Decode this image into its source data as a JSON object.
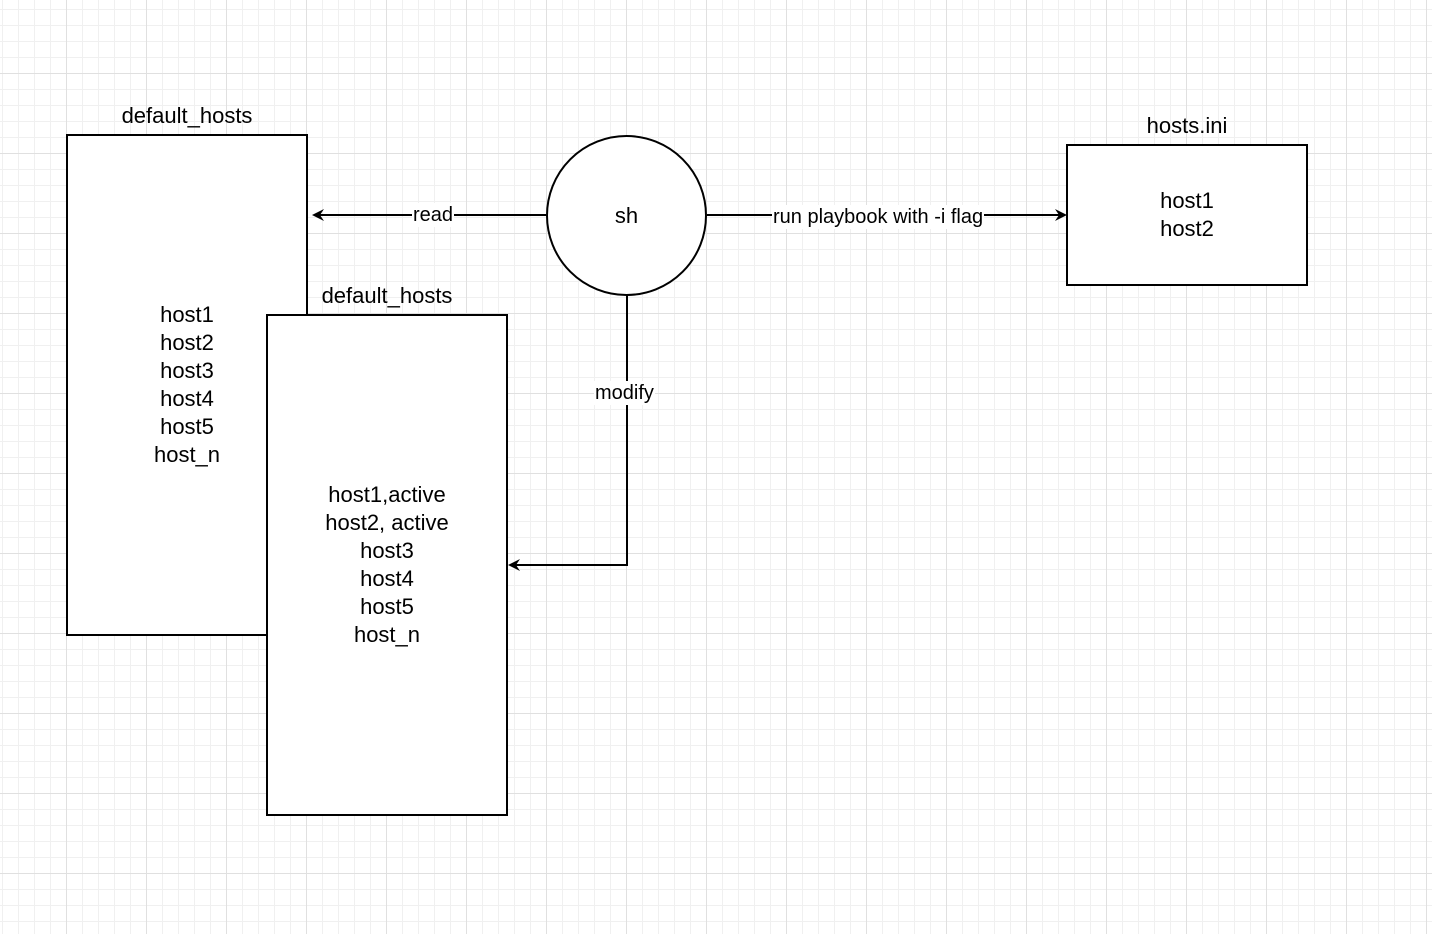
{
  "nodes": {
    "default_hosts_original": {
      "title": "default_hosts",
      "lines": [
        "host1",
        "host2",
        "host3",
        "host4",
        "host5",
        "host_n"
      ]
    },
    "default_hosts_modified": {
      "title": "default_hosts",
      "lines": [
        "host1,active",
        "host2, active",
        "host3",
        "host4",
        "host5",
        "host_n"
      ]
    },
    "script": {
      "label": "sh"
    },
    "hosts_ini": {
      "title": "hosts.ini",
      "lines": [
        "host1",
        "host2"
      ]
    }
  },
  "edges": {
    "read": "read",
    "modify": "modify",
    "run": "run playbook with -i flag"
  }
}
